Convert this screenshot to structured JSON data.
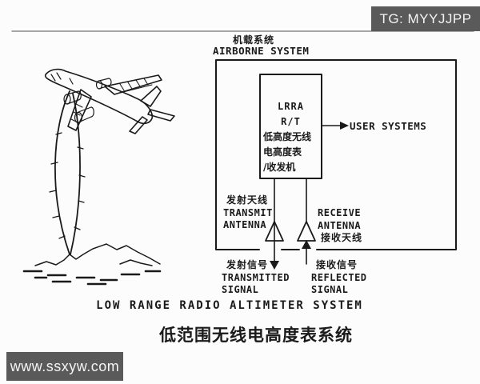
{
  "watermark": {
    "top_right": "TG: MYYJJPP",
    "bottom_left": "www.ssxyw.com"
  },
  "header": {
    "system_label_cn": "机载系统",
    "system_label_en": "AIRBORNE SYSTEM"
  },
  "lrra": {
    "lines": [
      "LRRA",
      "R/T",
      "低高度无线",
      "电高度表",
      "/收发机"
    ]
  },
  "user_systems_label": "USER SYSTEMS",
  "transmit_antenna": {
    "cn": "发射天线",
    "en_line1": "TRANSMIT",
    "en_line2": "ANTENNA"
  },
  "receive_antenna": {
    "en_line1": "RECEIVE",
    "en_line2": "ANTENNA",
    "cn": "接收天线"
  },
  "transmitted_signal": {
    "cn": "发射信号",
    "en_line1": "TRANSMITTED",
    "en_line2": "SIGNAL"
  },
  "reflected_signal": {
    "cn": "接收信号",
    "en_line1": "REFLECTED",
    "en_line2": "SIGNAL"
  },
  "caption": {
    "en": "LOW RANGE RADIO ALTIMETER SYSTEM",
    "cn": "低范围无线电高度表系统"
  },
  "colors": {
    "badge_bg": "#5a5a5a",
    "badge_text": "#f4f4f4",
    "ink": "#1a1a1a",
    "rule": "#8a8a8a",
    "background": "#fcfcfc"
  }
}
